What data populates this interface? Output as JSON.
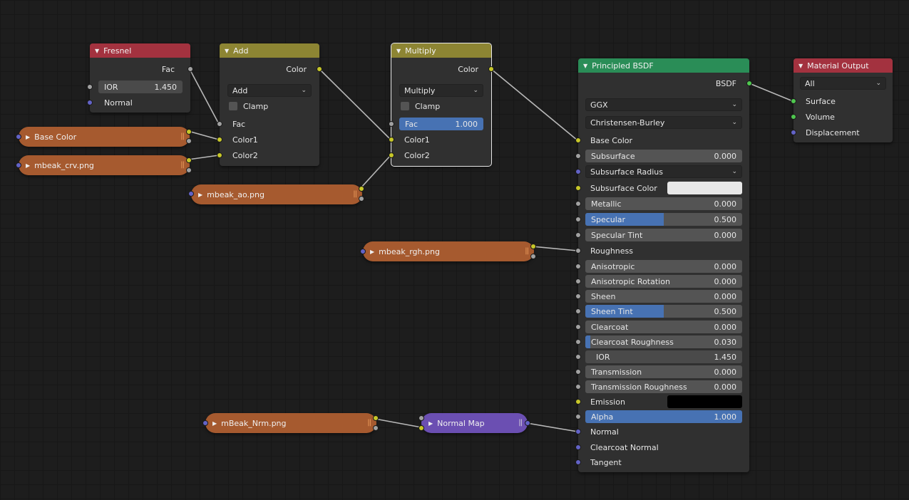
{
  "nodes": {
    "fresnel": {
      "title": "Fresnel",
      "header_color": "#a3323f",
      "output_fac": "Fac",
      "ior_label": "IOR",
      "ior_value": "1.450",
      "input_normal": "Normal"
    },
    "add": {
      "title": "Add",
      "header_color": "#8d8533",
      "output_color": "Color",
      "blend_mode": "Add",
      "clamp_label": "Clamp",
      "input_fac": "Fac",
      "input_color1": "Color1",
      "input_color2": "Color2"
    },
    "multiply": {
      "title": "Multiply",
      "header_color": "#8d8533",
      "output_color": "Color",
      "blend_mode": "Multiply",
      "clamp_label": "Clamp",
      "fac_label": "Fac",
      "fac_value": "1.000",
      "input_color1": "Color1",
      "input_color2": "Color2"
    },
    "principled": {
      "title": "Principled BSDF",
      "header_color": "#2a8d57",
      "output_bsdf": "BSDF",
      "distribution": "GGX",
      "subsurface_method": "Christensen-Burley",
      "base_color": "Base Color",
      "subsurface_label": "Subsurface",
      "subsurface_value": "0.000",
      "subsurface_radius": "Subsurface Radius",
      "subsurface_color_label": "Subsurface Color",
      "subsurface_color": "#e8e8e8",
      "metallic_label": "Metallic",
      "metallic_value": "0.000",
      "specular_label": "Specular",
      "specular_value": "0.500",
      "specular_tint_label": "Specular Tint",
      "specular_tint_value": "0.000",
      "roughness": "Roughness",
      "anisotropic_label": "Anisotropic",
      "anisotropic_value": "0.000",
      "anisotropic_rotation_label": "Anisotropic Rotation",
      "anisotropic_rotation_value": "0.000",
      "sheen_label": "Sheen",
      "sheen_value": "0.000",
      "sheen_tint_label": "Sheen Tint",
      "sheen_tint_value": "0.500",
      "clearcoat_label": "Clearcoat",
      "clearcoat_value": "0.000",
      "clearcoat_roughness_label": "Clearcoat Roughness",
      "clearcoat_roughness_value": "0.030",
      "ior_label": "IOR",
      "ior_value": "1.450",
      "transmission_label": "Transmission",
      "transmission_value": "0.000",
      "transmission_roughness_label": "Transmission Roughness",
      "transmission_roughness_value": "0.000",
      "emission_label": "Emission",
      "emission_color": "#000000",
      "alpha_label": "Alpha",
      "alpha_value": "1.000",
      "normal": "Normal",
      "clearcoat_normal": "Clearcoat Normal",
      "tangent": "Tangent"
    },
    "material_output": {
      "title": "Material Output",
      "header_color": "#a3323f",
      "target": "All",
      "input_surface": "Surface",
      "input_volume": "Volume",
      "input_displacement": "Displacement"
    }
  },
  "collapsed_nodes": {
    "base_color": "Base Color",
    "mbeak_crv": "mbeak_crv.png",
    "mbeak_ao": "mbeak_ao.png",
    "mbeak_rgh": "mbeak_rgh.png",
    "mbeak_nrm": "mBeak_Nrm.png",
    "normal_map": "Normal Map"
  },
  "colors": {
    "image_node": "#a65a2f",
    "vector_node": "#6b4fb2",
    "slider_fill": "#4772b3",
    "socket_color": "#c7c729",
    "socket_float": "#a1a1a1",
    "socket_vector": "#6363c7",
    "socket_shader": "#4fc74f"
  }
}
